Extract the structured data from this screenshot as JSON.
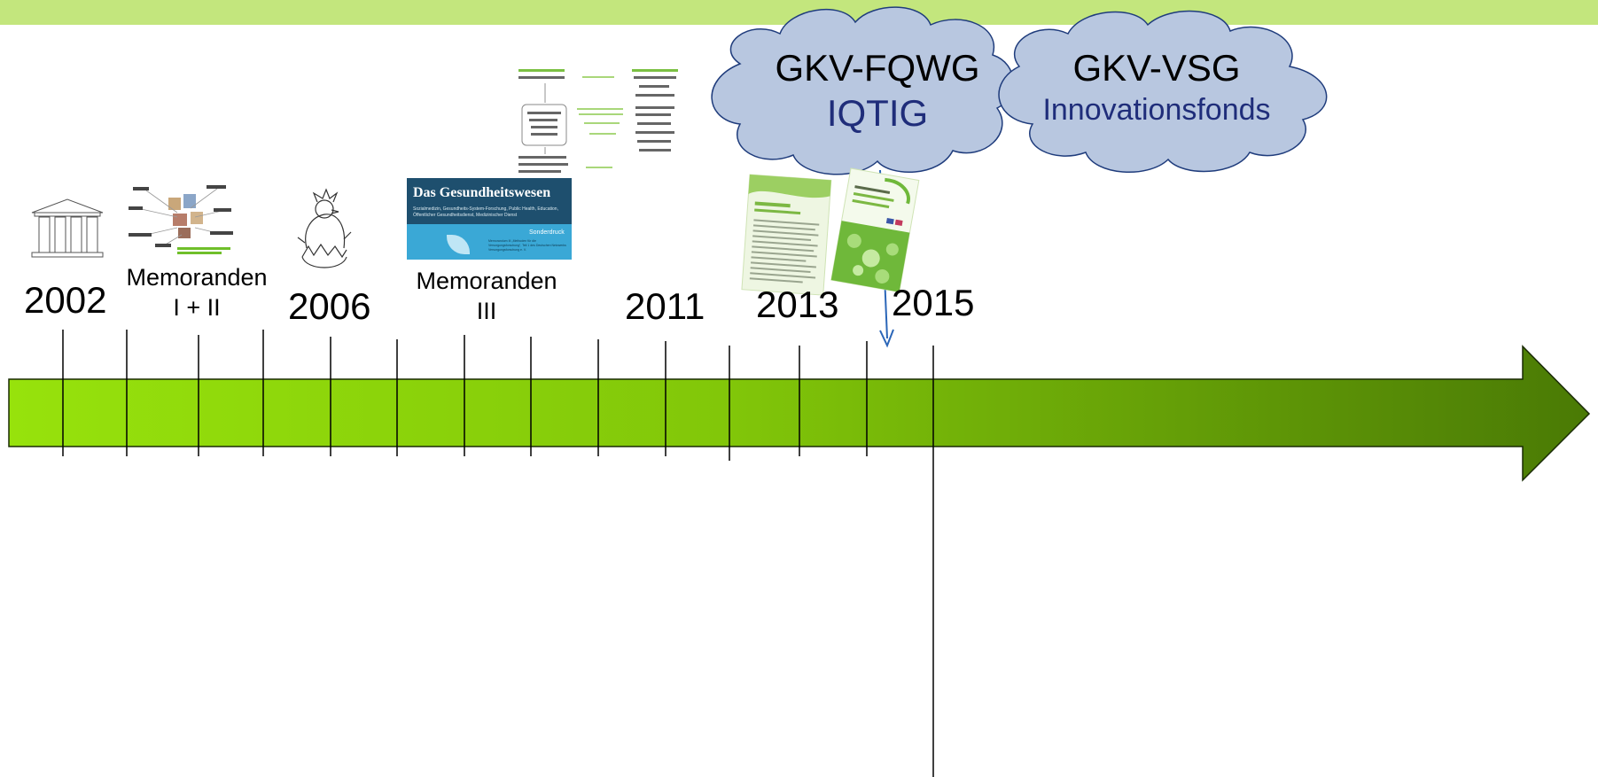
{
  "timeline": {
    "labels": {
      "y2002": "2002",
      "memo12_line1": "Memoranden",
      "memo12_line2": "I + II",
      "y2006": "2006",
      "memo3_line1": "Memoranden",
      "memo3_line2": "III",
      "y2011": "2011",
      "y2013": "2013",
      "y2015": "2015"
    }
  },
  "clouds": {
    "left": {
      "line1": "GKV-FQWG",
      "line2": "IQTIG"
    },
    "right": {
      "line1": "GKV-VSG",
      "line2": "Innovationsfonds"
    }
  },
  "journal": {
    "title": "Das Gesundheitswesen",
    "subtitle": "Sozialmedizin, Gesundheits-System-Forschung, Public Health, Education, Öffentlicher Gesundheitsdienst, Medizinischer Dienst",
    "badge": "Sonderdruck",
    "small": "Memorandum III „Methoden für die Versorgungsforschung“, Teil 1 des Deutschen Netzwerks Versorgungsforschung e. V."
  },
  "colors": {
    "top_bar": "#c3e67d",
    "arrow_start": "#97e20c",
    "arrow_end": "#4a7a05",
    "cloud_fill": "#b8c7e0",
    "cloud_stroke": "#1f3c7c",
    "accent_text": "#1f2d7a"
  }
}
